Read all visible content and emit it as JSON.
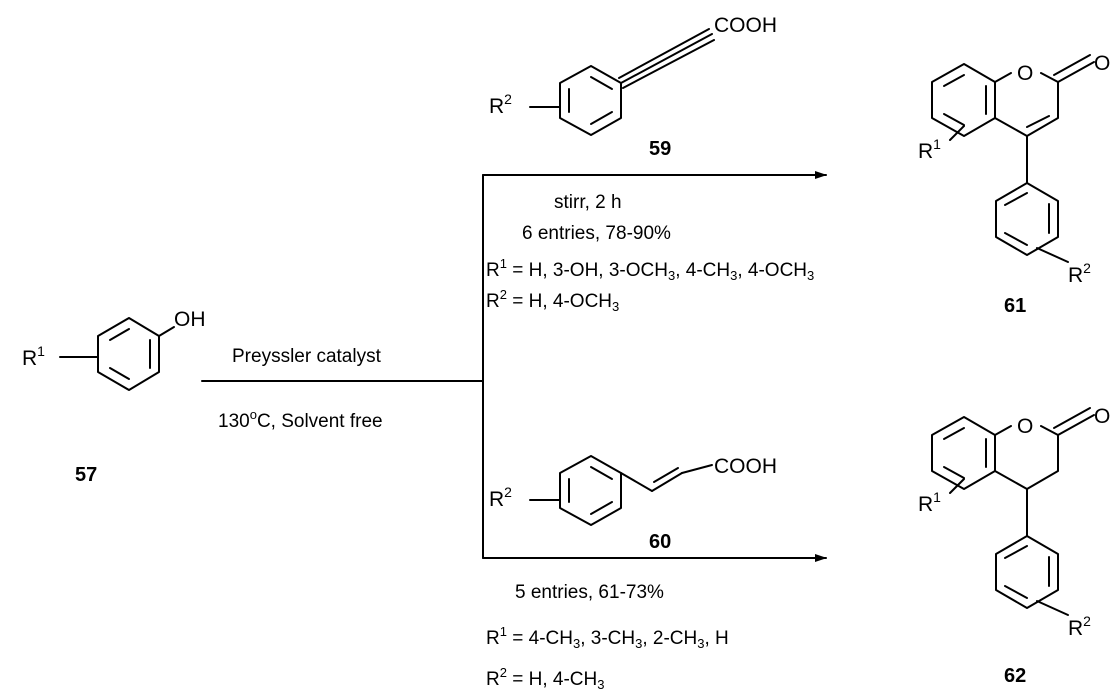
{
  "reactant": {
    "number": "57",
    "substituent": "R",
    "substituent_index": "1",
    "group": "OH"
  },
  "catalyst": {
    "name": "Preyssler catalyst",
    "temp_value": "130",
    "temp_degree": "o",
    "temp_rest": "C, Solvent free"
  },
  "reagent_top": {
    "number": "59",
    "substituent": "R",
    "substituent_index": "2",
    "group": "COOH"
  },
  "reagent_bottom": {
    "number": "60",
    "substituent": "R",
    "substituent_index": "2",
    "group": "COOH"
  },
  "top_conditions": {
    "line1": "stirr, 2 h",
    "line2": "6 entries, 78-90%",
    "r1_prefix": "R",
    "r1_index": "1",
    "r1_values_a": " = H, 3-OH, 3-OCH",
    "r1_sub_a": "3",
    "r1_values_b": ", 4-CH",
    "r1_sub_b": "3",
    "r1_values_c": ", 4-OCH",
    "r1_sub_c": "3",
    "r2_prefix": "R",
    "r2_index": "2",
    "r2_values_a": " = H, 4-OCH",
    "r2_sub_a": "3"
  },
  "bottom_conditions": {
    "line1": "5 entries, 61-73%",
    "r1_prefix": "R",
    "r1_index": "1",
    "r1_values_a": " = 4-CH",
    "r1_sub_a": "3",
    "r1_values_b": ", 3-CH",
    "r1_sub_b": "3",
    "r1_values_c": ", 2-CH",
    "r1_sub_c": "3",
    "r1_values_d": ", H",
    "r2_prefix": "R",
    "r2_index": "2",
    "r2_values_a": " = H, 4-CH",
    "r2_sub_a": "3"
  },
  "product_top": {
    "number": "61",
    "r1": "R",
    "r1_index": "1",
    "r2": "R",
    "r2_index": "2",
    "ring_o": "O",
    "carbonyl_o": "O"
  },
  "product_bottom": {
    "number": "62",
    "r1": "R",
    "r1_index": "1",
    "r2": "R",
    "r2_index": "2",
    "ring_o": "O",
    "carbonyl_o": "O"
  }
}
